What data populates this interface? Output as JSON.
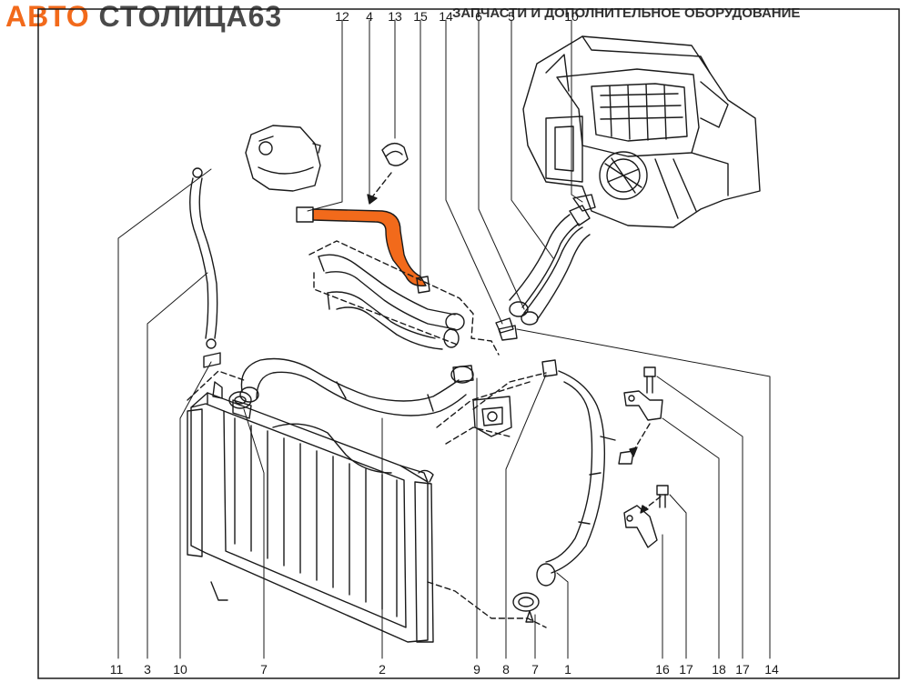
{
  "header": {
    "logo_part1": "АВТО",
    "logo_part2": "СТОЛИЦА63",
    "caption": "ЗАПЧАСТИ И ДОПОЛНИТЕЛЬНОЕ ОБОРУДОВАНИЕ"
  },
  "colors": {
    "line": "#1a1a1a",
    "highlight_hose": "#f26a1b",
    "logo_orange": "#f26a1b",
    "logo_grey": "#4a4a4a"
  },
  "callouts": {
    "bottom": [
      "11",
      "3",
      "10",
      "7",
      "2",
      "9",
      "8",
      "7",
      "1",
      "16",
      "17",
      "18",
      "17",
      "14"
    ],
    "top": [
      "12",
      "4",
      "13",
      "15",
      "14",
      "6",
      "5",
      "10"
    ]
  }
}
